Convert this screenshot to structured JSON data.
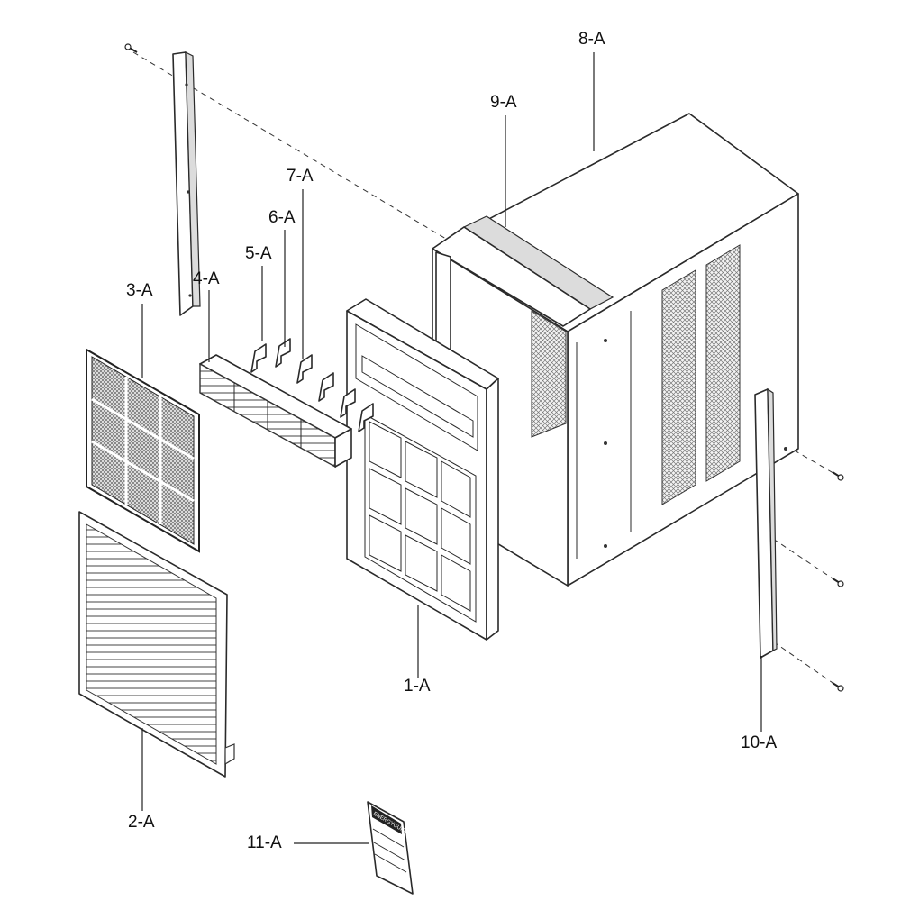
{
  "labels": {
    "p1": "1-A",
    "p2": "2-A",
    "p3": "3-A",
    "p4": "4-A",
    "p5": "5-A",
    "p6": "6-A",
    "p7": "7-A",
    "p8": "8-A",
    "p9": "9-A",
    "p10": "10-A",
    "p11": "11-A"
  },
  "energy_guide": {
    "title": "ENERGYGUIDE"
  }
}
